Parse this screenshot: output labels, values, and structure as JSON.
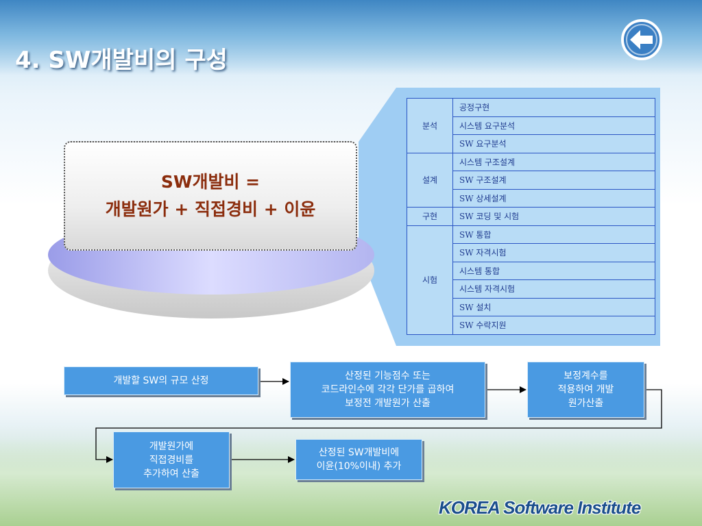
{
  "title": "4. SW개발비의 구성",
  "back_icon": "arrow-left-circle-icon",
  "formula": {
    "line1": "SW개발비 =",
    "line2": "개발원가 + 직접경비 + 이윤"
  },
  "process_table": {
    "groups": [
      {
        "phase": "분석",
        "tasks": [
          "공정구현",
          "시스템 요구분석",
          "SW 요구분석"
        ]
      },
      {
        "phase": "설계",
        "tasks": [
          "시스템 구조설계",
          "SW 구조설계",
          "SW 상세설계"
        ]
      },
      {
        "phase": "구현",
        "tasks": [
          "SW 코딩 및 시험"
        ]
      },
      {
        "phase": "시험",
        "tasks": [
          "SW 통합",
          "SW 자격시험",
          "시스템 통합",
          "시스템 자격시험",
          "SW 설치",
          "SW 수락지원"
        ]
      }
    ]
  },
  "flow": {
    "step1": "개발할 SW의 규모 산정",
    "step2": [
      "산정된 기능점수 또는",
      "코드라인수에 각각 단가를 곱하여",
      "보정전 개발원가 산출"
    ],
    "step3": [
      "보정계수를",
      "적용하여 개발",
      "원가산출"
    ],
    "step4": [
      "개발원가에",
      "직접경비를",
      "추가하여 산출"
    ],
    "step5": [
      "산정된 SW개발비에",
      "이윤(10%이내) 추가"
    ]
  },
  "brand": "KOREA Software Institute",
  "colors": {
    "title_text": "#ffffff",
    "formula_text": "#8b2d0d",
    "box_fill": "#4a9ae2",
    "table_fill": "#b8dcf6",
    "table_border": "#2a55c4",
    "callout_fill": "#9fcdf3"
  }
}
